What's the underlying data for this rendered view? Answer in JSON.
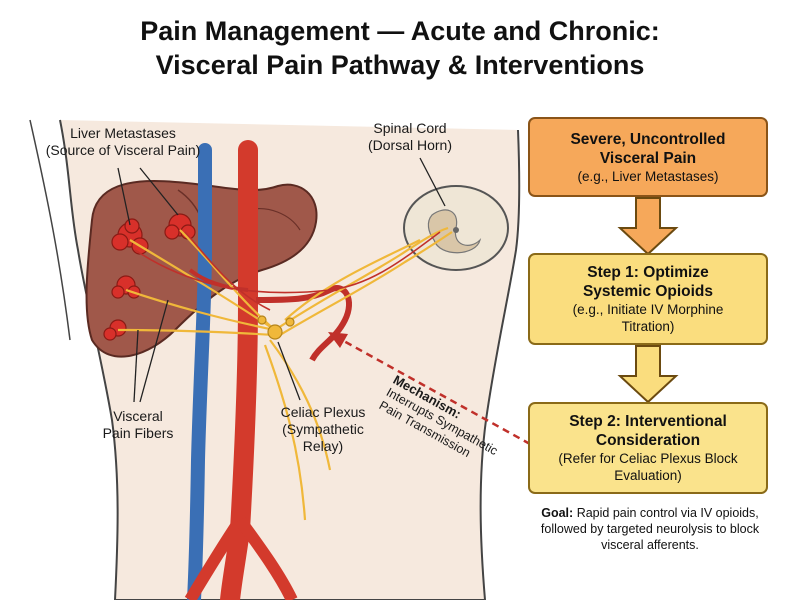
{
  "title": {
    "line1": "Pain Management — Acute and Chronic:",
    "line2": "Visceral Pain Pathway & Interventions"
  },
  "labels": {
    "liver_metastases": {
      "line1": "Liver Metastases",
      "line2": "(Source of Visceral Pain)"
    },
    "spinal_cord": {
      "line1": "Spinal Cord",
      "line2": "(Dorsal Horn)"
    },
    "visceral_fibers": {
      "line1": "Visceral",
      "line2": "Pain Fibers"
    },
    "celiac_plexus": {
      "line1": "Celiac Plexus",
      "line2": "(Sympathetic",
      "line3": "Relay)"
    }
  },
  "mechanism": {
    "heading": "Mechanism:",
    "line1": "Interrupts Sympathetic",
    "line2": "Pain Transmission"
  },
  "flow": [
    {
      "heading1": "Severe, Uncontrolled",
      "heading2": "Visceral Pain",
      "detail1": "(e.g., Liver Metastases)",
      "detail2": "",
      "color": "#f6a85a"
    },
    {
      "heading1": "Step 1: Optimize",
      "heading2": "Systemic Opioids",
      "detail1": "(e.g., Initiate IV Morphine",
      "detail2": "Titration)",
      "color": "#fadd7e"
    },
    {
      "heading1": "Step 2: Interventional",
      "heading2": "Consideration",
      "detail1": "(Refer for Celiac Plexus Block",
      "detail2": "Evaluation)",
      "color": "#fae38c"
    }
  ],
  "goal": {
    "label": "Goal:",
    "text": "Rapid pain control via IV opioids, followed by targeted neurolysis to block visceral afferents."
  },
  "colors": {
    "liver": "#a0584a",
    "metastasis": "#d8302a",
    "aorta": "#d33a2c",
    "vena_cava": "#3a6fb5",
    "nerve": "#f0b83a",
    "arrow_dashed": "#c0302a"
  }
}
